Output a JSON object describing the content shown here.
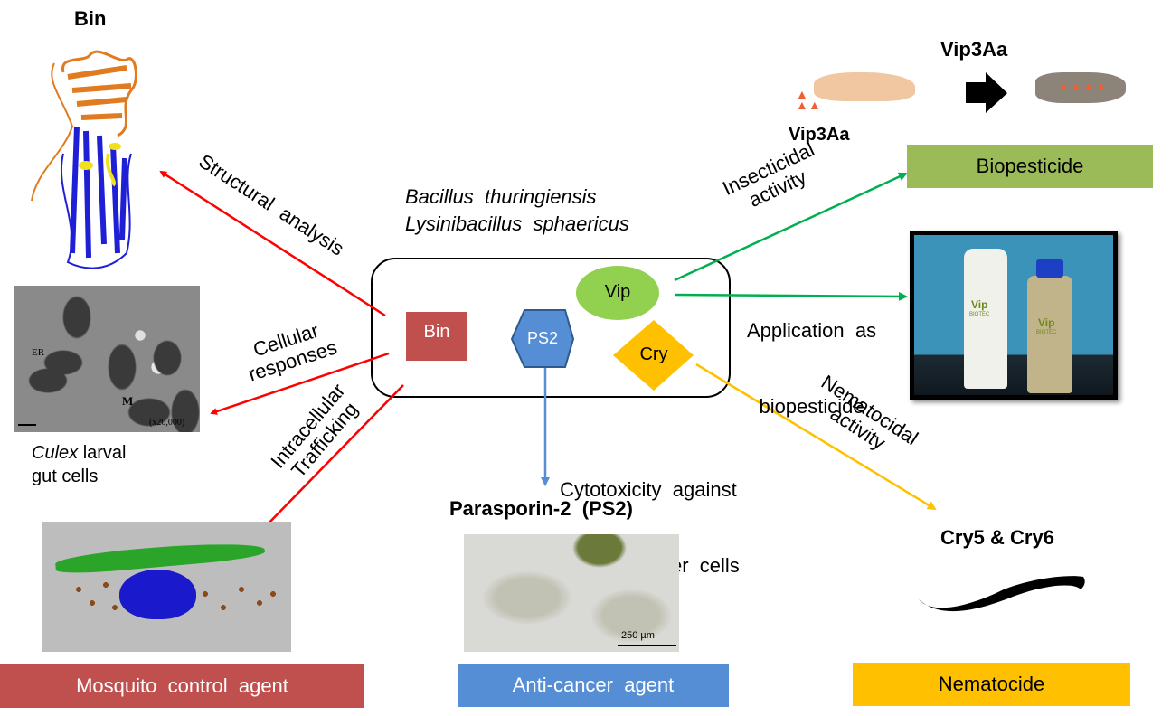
{
  "titles": {
    "bin_structure": "Bin",
    "vip3aa_top": "Vip3Aa",
    "vip3aa_larva": "Vip3Aa",
    "parasporin": "Parasporin-2  (PS2)",
    "cry5_cry6": "Cry5 & Cry6"
  },
  "bacteria": {
    "line1": "Bacillus  thuringiensis",
    "line2": "Lysinibacillus  sphaericus"
  },
  "toxins": {
    "bin": "Bin",
    "ps2": "PS2",
    "vip": "Vip",
    "cry": "Cry"
  },
  "arrows": {
    "structural": "Structural  analysis",
    "cellular_1": "Cellular",
    "cellular_2": "responses",
    "trafficking_1": "Intracellular",
    "trafficking_2": "Trafficking",
    "insecticidal_1": "Insecticidal",
    "insecticidal_2": "activity",
    "application_1": "Application  as",
    "application_2": "biopesticide",
    "cytotoxicity_1": "Cytotoxicity  against",
    "cytotoxicity_2": "human  cancer  cells",
    "nematocidal_1": "Nematocidal",
    "nematocidal_2": "activity"
  },
  "captions": {
    "culex_italic": "Culex",
    "culex_rest": " larval",
    "culex_line2": "gut cells",
    "em_er": "ER",
    "em_m": "M",
    "em_mag": "(x20,000)",
    "scale_bar": "250 µm",
    "bottle_brand": "Vip",
    "bottle_sub": "BIOTEC"
  },
  "outcomes": {
    "mosquito": "Mosquito  control  agent",
    "anticancer": "Anti-cancer  agent",
    "nematocide": "Nematocide",
    "biopesticide": "Biopesticide"
  },
  "colors": {
    "red": "#c0504d",
    "blue": "#558ed5",
    "green_box": "#9bbb59",
    "vip_green": "#92d050",
    "yellow": "#ffc000",
    "arrow_red": "#ff0000",
    "arrow_green": "#00b050",
    "arrow_blue": "#558ed5",
    "arrow_yellow": "#ffc000"
  }
}
